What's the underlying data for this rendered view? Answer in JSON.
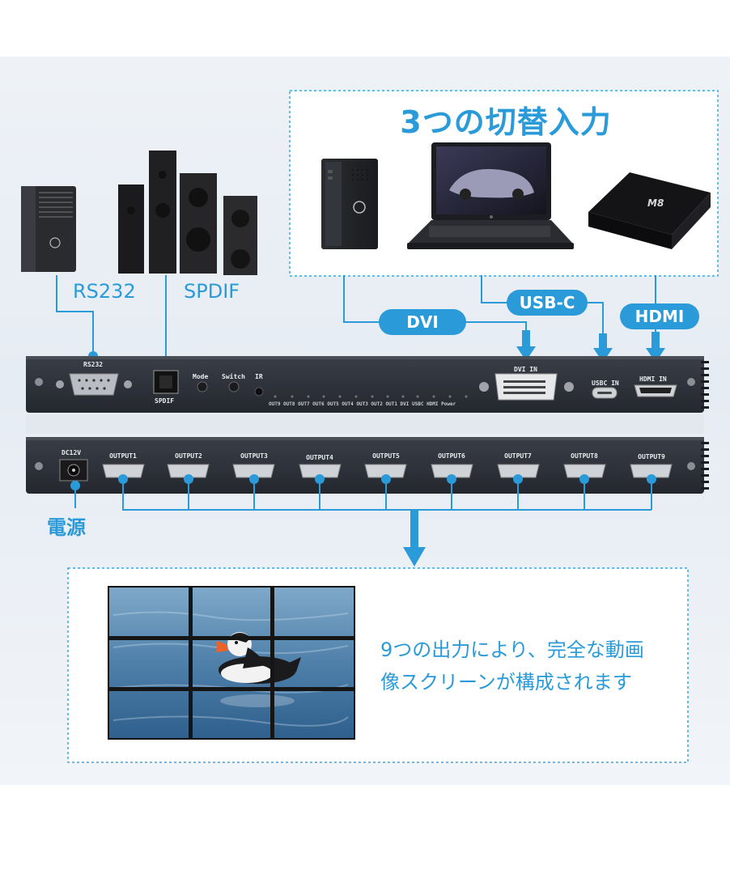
{
  "colors": {
    "accent": "#2a9bd8",
    "device_body": "#2d3038",
    "background": "#eaeff5"
  },
  "inputs_section": {
    "title": "3つの切替入力",
    "sources": [
      {
        "name": "desktop-pc-icon"
      },
      {
        "name": "laptop-icon"
      },
      {
        "name": "android-tv-box-icon",
        "box_text": "M8"
      }
    ]
  },
  "callouts": {
    "rs232": "RS232",
    "spdif": "SPDIF",
    "dvi": "DVI",
    "usbc": "USB-C",
    "hdmi": "HDMI",
    "power": "電源"
  },
  "front_panel": {
    "rs232": "RS232",
    "spdif": "SPDIF",
    "mode": "Mode",
    "switch": "Switch",
    "ir": "IR",
    "leds": "OUT9 OUT8 OUT7 OUT6 OUT5 OUT4 OUT3 OUT2 OUT1 DVI USBC HDMI Power",
    "dvi_in": "DVI IN",
    "usbc_in": "USBC IN",
    "hdmi_in": "HDMI IN"
  },
  "rear_panel": {
    "dc": "DC12V",
    "outputs": [
      "OUTPUT1",
      "OUTPUT2",
      "OUTPUT3",
      "OUTPUT4",
      "OUTPUT5",
      "OUTPUT6",
      "OUTPUT7",
      "OUTPUT8",
      "OUTPUT9"
    ]
  },
  "videowall": {
    "rows": 3,
    "cols": 3,
    "caption_line1": "9つの出力により、完全な動画",
    "caption_line2": "像スクリーンが構成されます"
  }
}
